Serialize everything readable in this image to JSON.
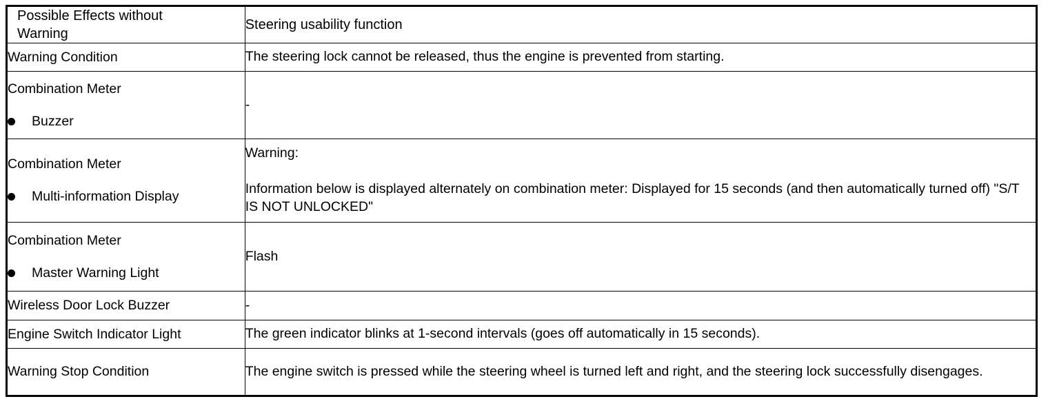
{
  "table": {
    "headers": {
      "col1": "Possible Effects without Warning",
      "col1_line1": "Possible Effects without",
      "col1_line2": "Warning",
      "col2": "Steering usability function"
    },
    "rows": [
      {
        "id": "warning-condition",
        "label": "Warning Condition",
        "bullet": null,
        "value": "The steering lock cannot be released, thus the engine is prevented from starting."
      },
      {
        "id": "combination-meter-buzzer",
        "label": "Combination Meter",
        "bullet": "Buzzer",
        "value": "-"
      },
      {
        "id": "combination-meter-multi-information-display",
        "label": "Combination Meter",
        "bullet": "Multi-information Display",
        "value_heading": "Warning:",
        "value": "Information below is displayed alternately on combination meter: Displayed for 15 seconds (and then automatically turned off) \"S/T IS NOT UNLOCKED\""
      },
      {
        "id": "combination-meter-master-warning-light",
        "label": "Combination Meter",
        "bullet": "Master Warning Light",
        "value": "Flash"
      },
      {
        "id": "wireless-door-lock-buzzer",
        "label": "Wireless Door Lock Buzzer",
        "bullet": null,
        "value": "-"
      },
      {
        "id": "engine-switch-indicator-light",
        "label": "Engine Switch Indicator Light",
        "bullet": null,
        "value": "The green indicator blinks at 1-second intervals (goes off automatically in 15 seconds)."
      },
      {
        "id": "warning-stop-condition",
        "label": "Warning Stop Condition",
        "bullet": null,
        "value": "The engine switch is pressed while the steering wheel is turned left and right, and the steering lock successfully disengages."
      }
    ]
  },
  "colors": {
    "text": "#000000",
    "background": "#ffffff",
    "border": "#000000"
  }
}
